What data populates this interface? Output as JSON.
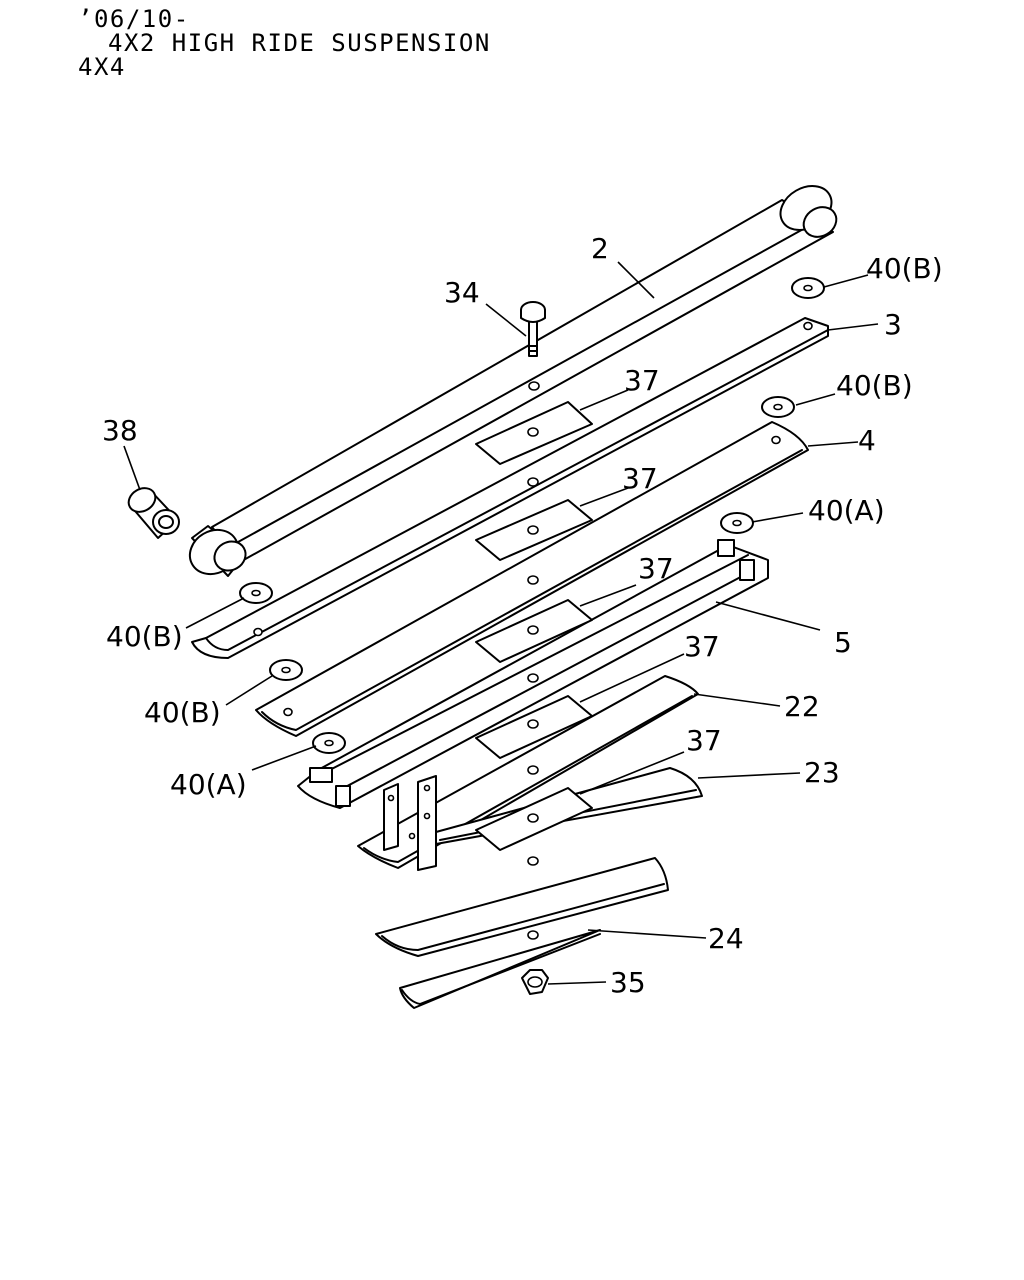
{
  "header": {
    "line1": "’06/10-",
    "line2": "4X2 HIGH RIDE SUSPENSION",
    "line3": "4X4"
  },
  "callouts": {
    "c2": "2",
    "c3": "3",
    "c4": "4",
    "c5": "5",
    "c22": "22",
    "c23": "23",
    "c24": "24",
    "c34": "34",
    "c35": "35",
    "c38": "38",
    "c37a": "37",
    "c37b": "37",
    "c37c": "37",
    "c37d": "37",
    "c37e": "37",
    "c40b_1": "40(B)",
    "c40b_2": "40(B)",
    "c40a_1": "40(A)",
    "c40b_3": "40(B)",
    "c40b_4": "40(B)",
    "c40a_2": "40(A)"
  }
}
